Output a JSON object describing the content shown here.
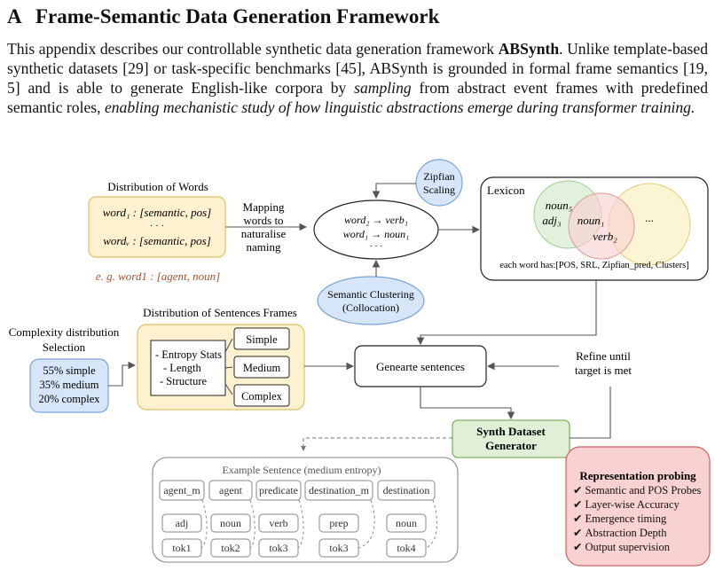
{
  "section": {
    "number": "A",
    "title": "Frame-Semantic Data Generation Framework"
  },
  "paragraph": {
    "p1": "This appendix describes our controllable synthetic data generation framework ",
    "name_bold": "ABSynth",
    "p2": ". Unlike template-based synthetic datasets [29] or task-specific benchmarks [45], ABSynth is grounded in formal frame semantics [19, 5] and is able to generate English-like corpora by ",
    "sampling": "sampling",
    "p3": " from abstract event frames with predefined semantic roles, ",
    "italic_tail": "enabling mechanistic study of how linguistic abstractions emerge during transformer training."
  },
  "figure": {
    "dist_words_title": "Distribution of Words",
    "word1_eq": "word₁ : [semantic, pos]",
    "dots": "· · ·",
    "wordV_eq": "wordᵥ : [semantic, pos]",
    "example_word": "e. g. word1 : [agent, noun]",
    "mapping_line1": "Mapping",
    "mapping_line2": "words to",
    "mapping_line3": "naturalise",
    "mapping_line4": "naming",
    "zipf_line1": "Zipfian",
    "zipf_line2": "Scaling",
    "ellipse_line1": "word₂ → verb₁",
    "ellipse_line2": "word₁ → noun₁",
    "ellipse_dots": "· · ·",
    "semclust_line1": "Semantic Clustering",
    "semclust_line2": "(Collocation)",
    "lexicon_title": "Lexicon",
    "lex_noun5": "noun₅",
    "lex_adj3": "adj₃",
    "lex_noun1": "noun₁",
    "lex_verb2": "verb₂",
    "lex_more": "...",
    "lex_caption": "each word has:[POS, SRL, Zipfian_pred, Clusters]",
    "complexity_title_1": "Complexity distribution",
    "complexity_title_2": "Selection",
    "complexity_simple": "55% simple",
    "complexity_medium": "35% medium",
    "complexity_complex": "20% complex",
    "frames_title": "Distribution of Sentences Frames",
    "entropy_1": "- Entropy Stats",
    "entropy_2": "- Length",
    "entropy_3": "- Structure",
    "frame_simple": "Simple",
    "frame_medium": "Medium",
    "frame_complex": "Complex",
    "generate": "Genearte sentences",
    "refine_1": "Refine until",
    "refine_2": "target is met",
    "synth_1": "Synth Dataset",
    "synth_2": "Generator",
    "example_title": "Example Sentence (medium entropy)",
    "roles": [
      "agent_m",
      "agent",
      "predicate",
      "destination_m",
      "destination"
    ],
    "pos": [
      "adj",
      "noun",
      "verb",
      "prep",
      "noun"
    ],
    "toks": [
      "tok1",
      "tok2",
      "tok3",
      "tok3",
      "tok4"
    ],
    "probing_title": "Representation probing",
    "probing_items": [
      "Semantic and POS Probes",
      "Layer-wise Accuracy",
      "Emergence timing",
      "Abstraction Depth",
      "Output supervision"
    ],
    "check_glyph": "✔",
    "colors": {
      "yellow_fill": "#fdf1cf",
      "yellow_stroke": "#e0c060",
      "blue_fill": "#d6e6f8",
      "blue_stroke": "#7aa3d6",
      "green_fill": "#dff0d6",
      "green_stroke": "#7fb067",
      "red_fill": "#f8d1d1",
      "red_stroke": "#d06060",
      "brown_text": "#a0522d"
    }
  }
}
